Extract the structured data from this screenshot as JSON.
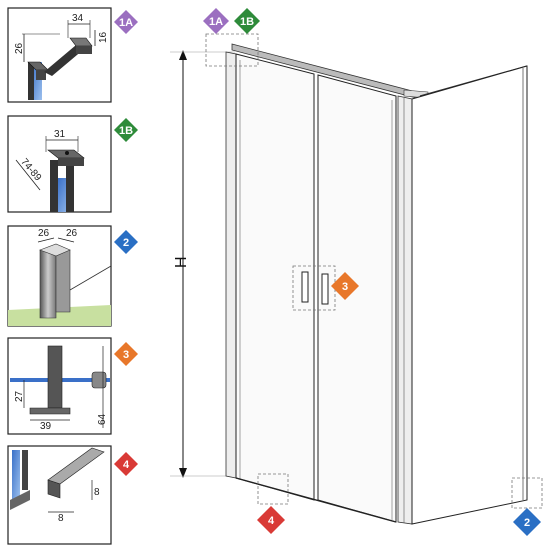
{
  "main": {
    "height_label": "H",
    "badges": {
      "b1a": {
        "label": "1A",
        "color": "#9b6fc0"
      },
      "b1b": {
        "label": "1B",
        "color": "#2e8b3a"
      },
      "b2": {
        "label": "2",
        "color": "#2a6fc4"
      },
      "b3": {
        "label": "3",
        "color": "#e8772a"
      },
      "b4": {
        "label": "4",
        "color": "#d93a36"
      }
    }
  },
  "details": {
    "d1a": {
      "badge": "1A",
      "dims": [
        "34",
        "16",
        "26"
      ]
    },
    "d1b": {
      "badge": "1B",
      "dims": [
        "31",
        "74-89"
      ]
    },
    "d2": {
      "badge": "2",
      "dims": [
        "26",
        "26"
      ]
    },
    "d3": {
      "badge": "3",
      "dims": [
        "27",
        "39",
        "64"
      ]
    },
    "d4": {
      "badge": "4",
      "dims": [
        "8",
        "8"
      ]
    }
  }
}
